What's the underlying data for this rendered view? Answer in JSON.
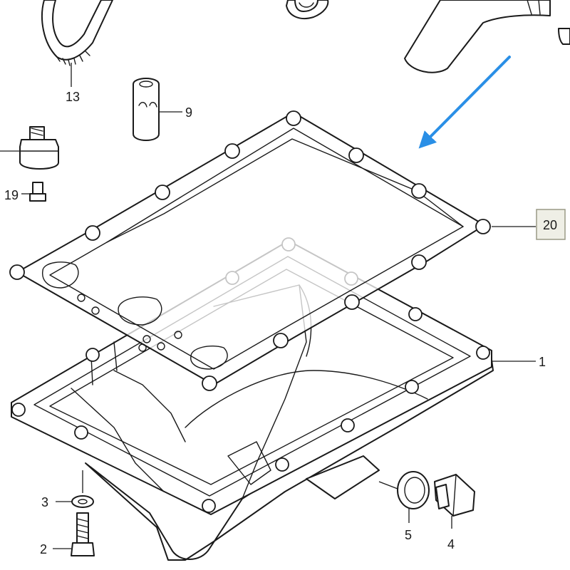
{
  "callouts": {
    "c1": "1",
    "c2": "2",
    "c3": "3",
    "c4": "4",
    "c5": "5",
    "c9": "9",
    "c13": "13",
    "c19": "19",
    "c20": "20"
  },
  "colors": {
    "line": "#1a1a1a",
    "highlight_arrow": "#2a8fe6",
    "highlight_box": "#efefe6"
  }
}
